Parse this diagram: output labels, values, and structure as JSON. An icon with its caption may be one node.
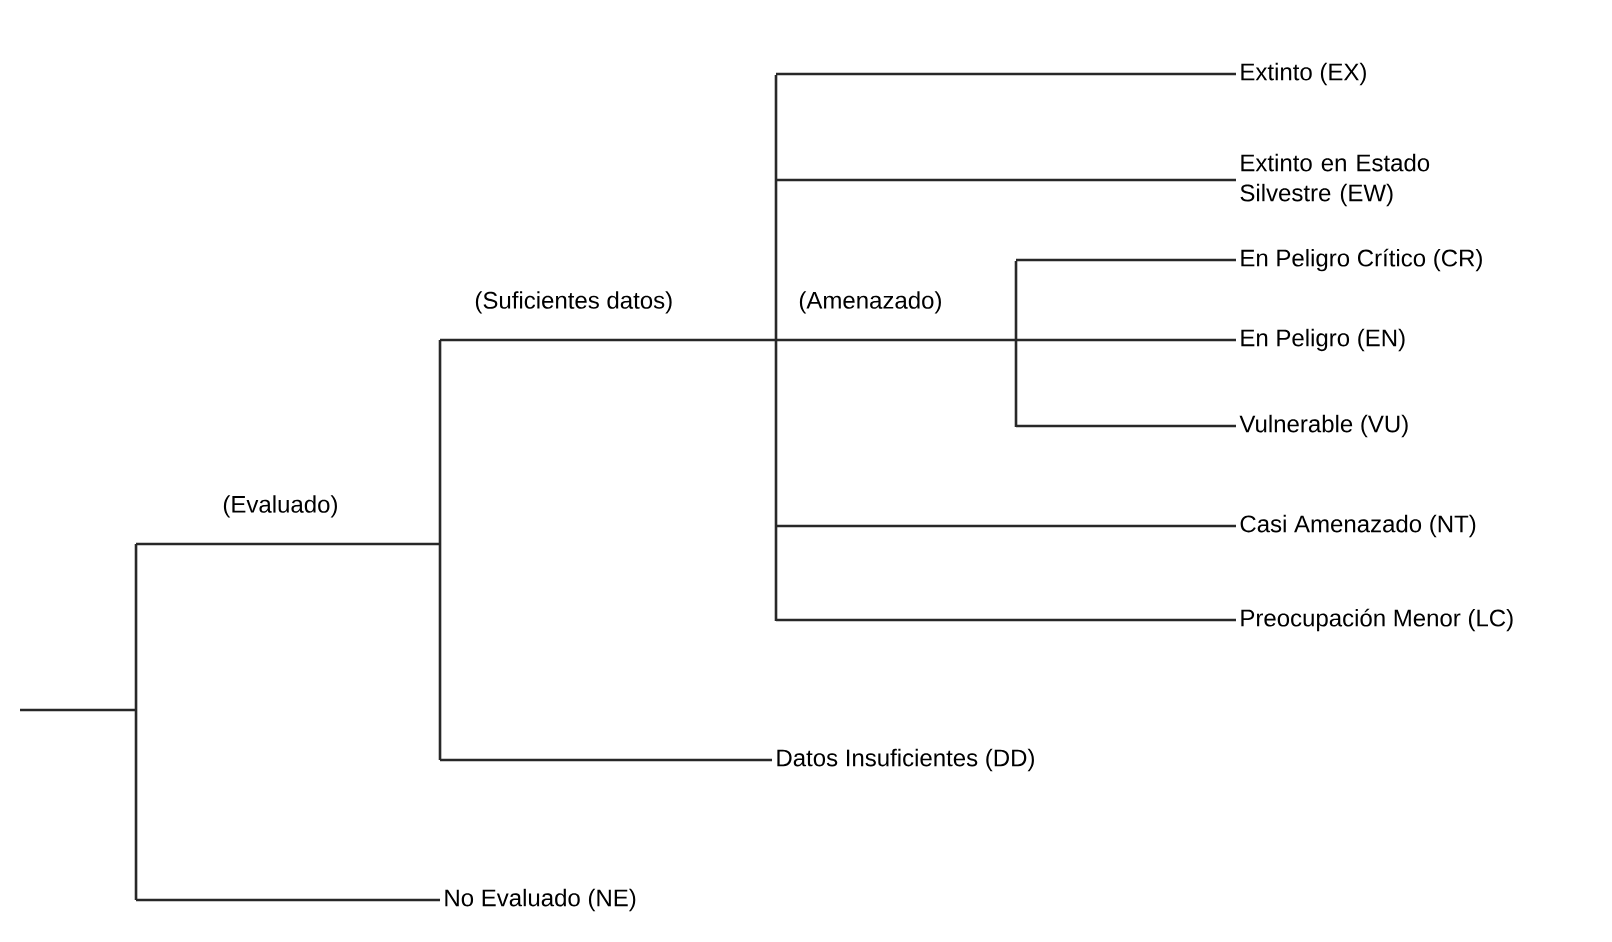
{
  "diagram": {
    "nodes": [
      {
        "text": [],
        "shape": "bar"
      },
      {
        "text": [],
        "shape": "bar"
      },
      {
        "text": [],
        "shape": "bar"
      },
      {
        "text": [
          "Extinto (EX)"
        ]
      },
      {
        "text": [
          "Extinto en Estado Silvestre (EW)"
        ]
      },
      {
        "text": [],
        "shape": "bar"
      },
      {
        "text": [
          "En Peligro Crítico (CR)"
        ]
      },
      {
        "text": [
          "En Peligro (EN)"
        ]
      },
      {
        "text": [
          "Vulnerable (VU)"
        ]
      },
      {
        "text": [
          "Casi Amenazado (NT)"
        ]
      },
      {
        "text": [
          "Preocupación Menor (LC)"
        ]
      },
      {
        "text": [
          "Datos Insuficientes (DD)"
        ]
      },
      {
        "text": [
          "No Evaluado (NE)"
        ]
      }
    ],
    "edges": [
      {
        "from": null,
        "to": 0,
        "arrow": "none"
      },
      {
        "from": 0,
        "to": 1,
        "arrow": "none",
        "label": "(Evaluado)"
      },
      {
        "from": 0,
        "to": 12,
        "arrow": "none"
      },
      {
        "from": 1,
        "to": 2,
        "arrow": "none",
        "label": "(Suficientes datos)"
      },
      {
        "from": 1,
        "to": 11,
        "arrow": "none"
      },
      {
        "from": 2,
        "to": 3,
        "arrow": "none"
      },
      {
        "from": 2,
        "to": 4,
        "arrow": "none"
      },
      {
        "from": 2,
        "to": 5,
        "arrow": "none",
        "label": "(Amenazado)"
      },
      {
        "from": 2,
        "to": 9,
        "arrow": "none"
      },
      {
        "from": 2,
        "to": 10,
        "arrow": "none"
      },
      {
        "from": 5,
        "to": 6,
        "arrow": "none"
      },
      {
        "from": 5,
        "to": 7,
        "arrow": "none"
      },
      {
        "from": 5,
        "to": 8,
        "arrow": "none"
      }
    ]
  }
}
